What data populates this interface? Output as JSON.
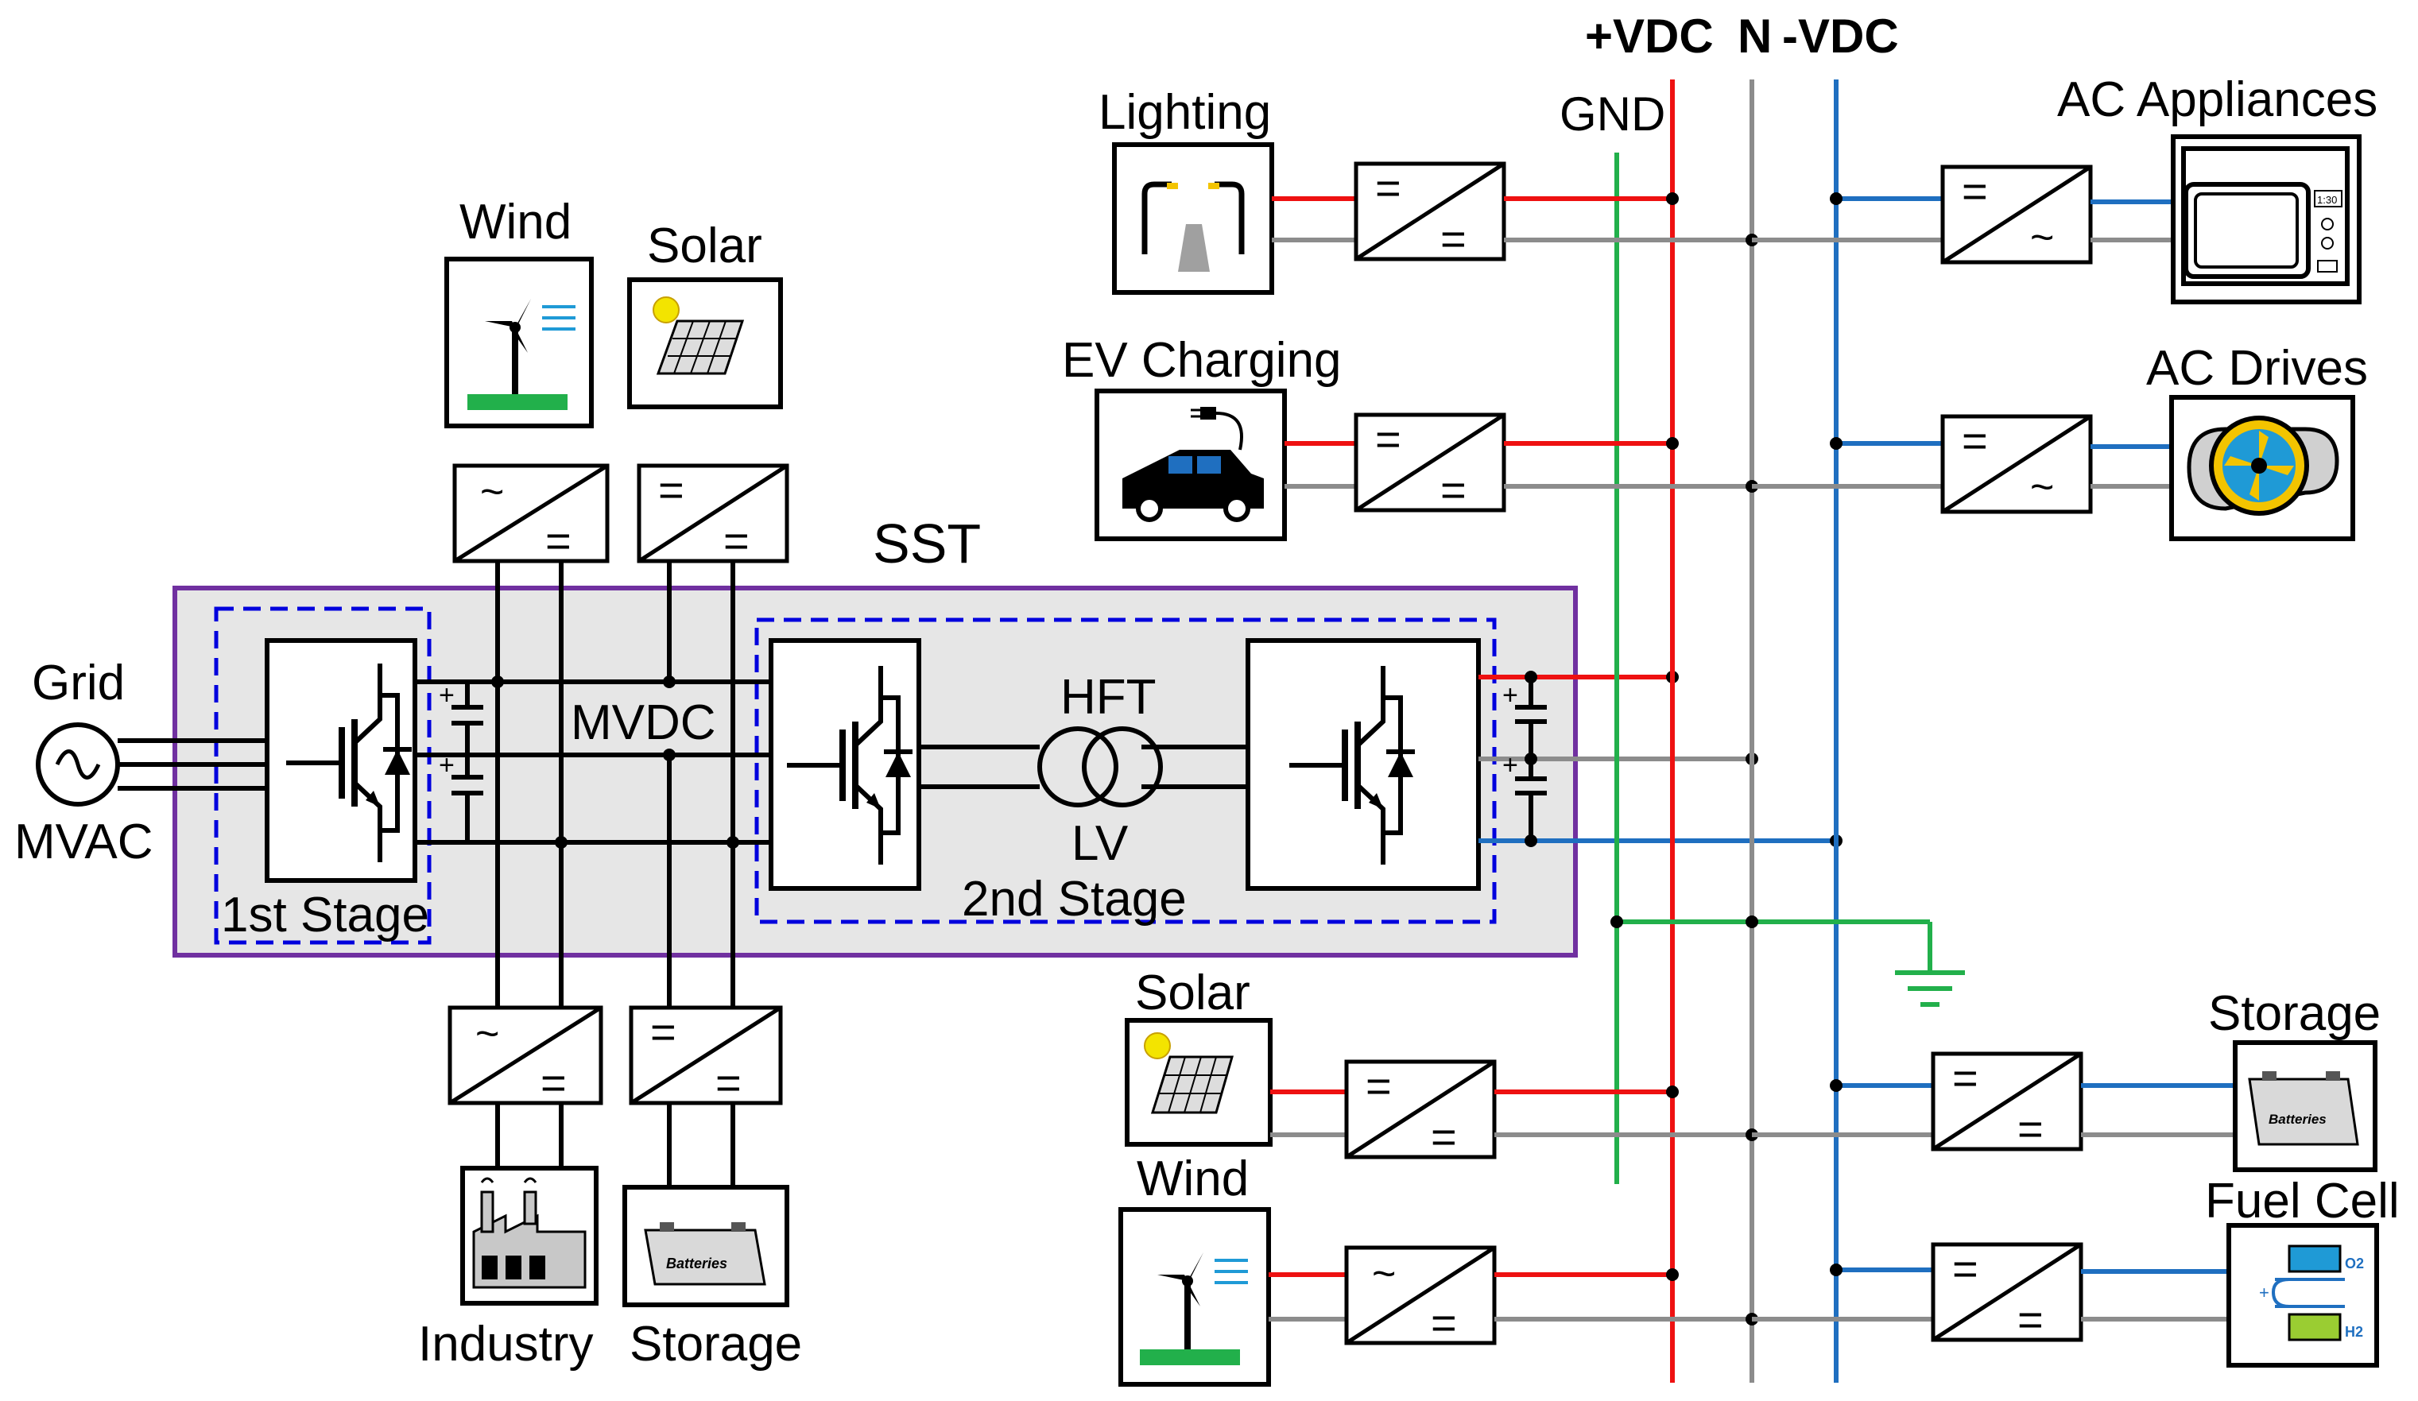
{
  "labels": {
    "grid": "Grid",
    "mvac": "MVAC",
    "first_stage": "1st Stage",
    "mvdc": "MVDC",
    "sst": "SST",
    "hft": "HFT",
    "lv": "LV",
    "second_stage": "2nd Stage",
    "wind_top": "Wind",
    "solar_top": "Solar",
    "industry": "Industry",
    "storage_bottom": "Storage",
    "pos_vdc": "+VDC",
    "n": "N",
    "neg_vdc": "-VDC",
    "gnd": "GND",
    "lighting": "Lighting",
    "ev_charging": "EV Charging",
    "ac_appliances": "AC Appliances",
    "ac_drives": "AC Drives",
    "solar_bottom": "Solar",
    "wind_bottom": "Wind",
    "storage_right": "Storage",
    "fuel_cell": "Fuel Cell"
  },
  "icon_text": {
    "battery_label": "Batteries",
    "o2": "O2",
    "h2": "H2",
    "microwave_clock": "1:30"
  },
  "converter_symbols": {
    "ac": "~",
    "dc": "="
  },
  "colors": {
    "positive_bus": "#ee1111",
    "neutral_bus": "#8c8c8c",
    "negative_bus": "#1f6fc0",
    "ground": "#22b04b",
    "sst_frame": "#7030a0",
    "stage_frame": "#0000dd",
    "sst_fill": "#e6e6e6",
    "wind_base": "#22b04b",
    "fuel_cell_o2": "#1f9ad6",
    "fuel_cell_h2": "#9acd32"
  }
}
